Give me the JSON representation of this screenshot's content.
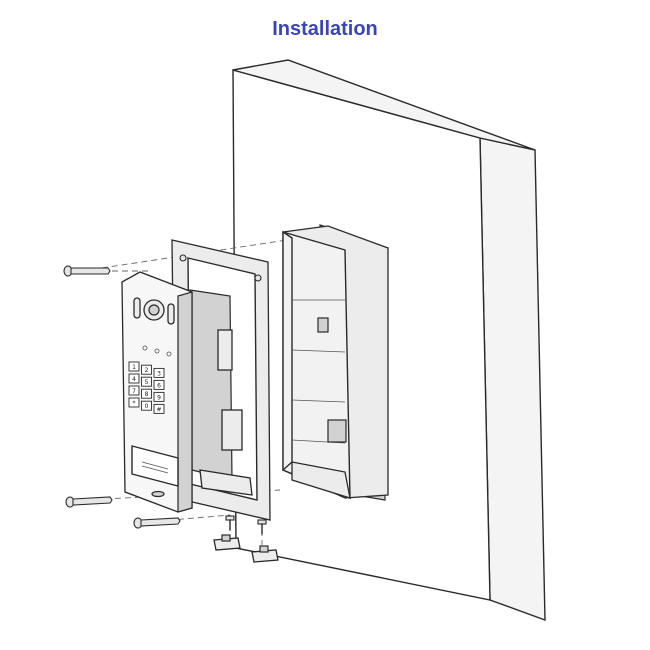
{
  "title": "Installation",
  "keypad": {
    "keys": [
      "1",
      "2",
      "3",
      "4",
      "5",
      "6",
      "7",
      "8",
      "9",
      "*",
      "0",
      "#"
    ]
  },
  "icons": [
    "wall",
    "back-box",
    "mounting-frame",
    "door-station",
    "mounting-screw",
    "bottom-screw",
    "clip"
  ]
}
